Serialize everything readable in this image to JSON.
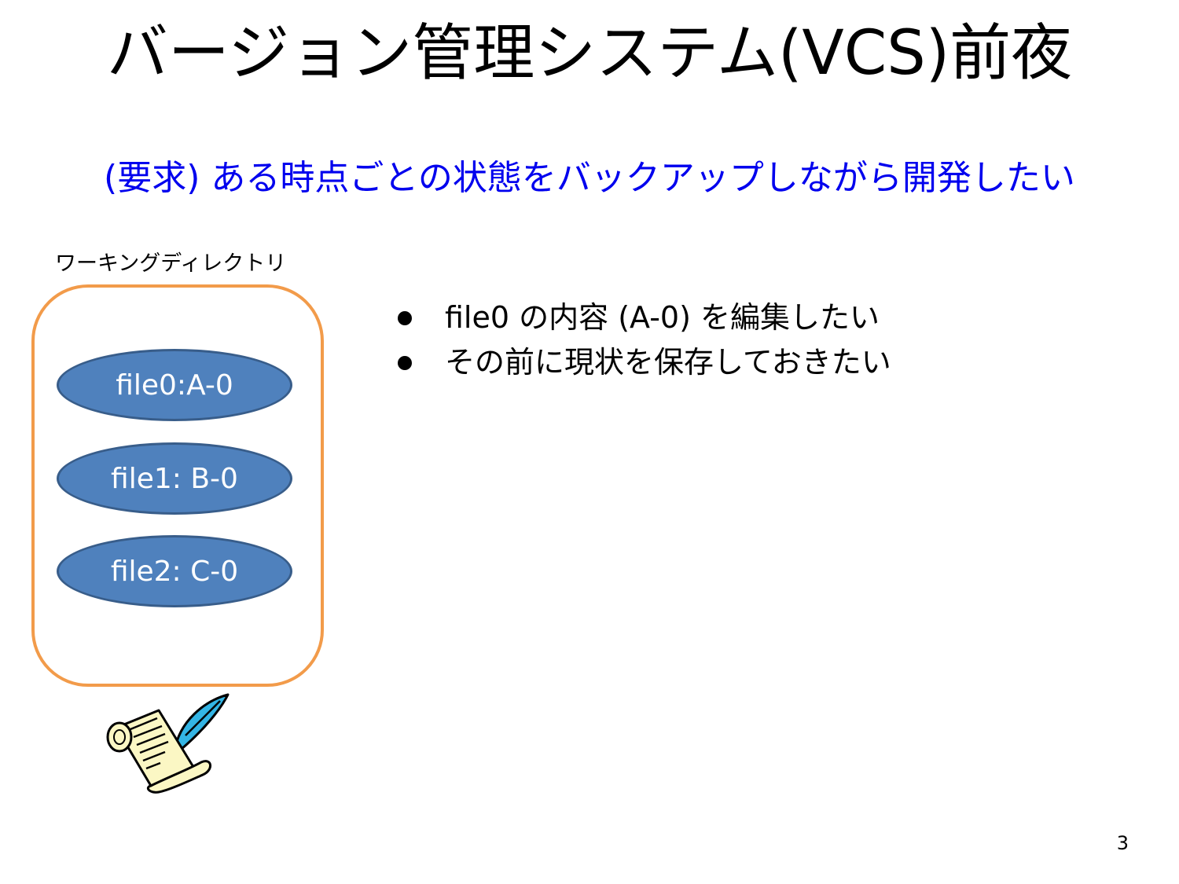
{
  "slide": {
    "title": "バージョン管理システム(VCS)前夜",
    "subtitle": "(要求) ある時点ごとの状態をバックアップしながら開発したい",
    "page_number": "3"
  },
  "diagram": {
    "directory_label": "ワーキングディレクトリ",
    "files": [
      {
        "label": "file0:A-0"
      },
      {
        "label": "file1: B-0"
      },
      {
        "label": "file2: C-0"
      }
    ],
    "icon": "scroll-quill-icon"
  },
  "bullets": [
    "file0 の内容 (A-0) を編集したい",
    "その前に現状を保存しておきたい"
  ],
  "colors": {
    "subtitle": "#0000ee",
    "directory_border": "#f29b4a",
    "file_fill": "#4f81bd",
    "file_border": "#385d8a",
    "scroll_paper": "#fbf7c4",
    "quill": "#33b5e5"
  }
}
